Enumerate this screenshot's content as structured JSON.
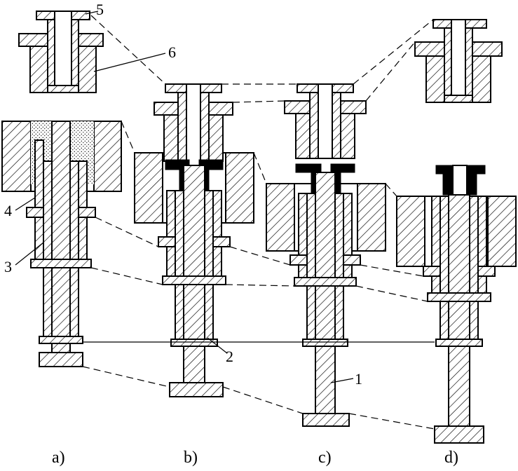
{
  "figure": {
    "part_numbers": [
      "5",
      "6",
      "4",
      "3",
      "2",
      "1"
    ],
    "captions": [
      "a)",
      "b)",
      "c)",
      "d)"
    ]
  }
}
